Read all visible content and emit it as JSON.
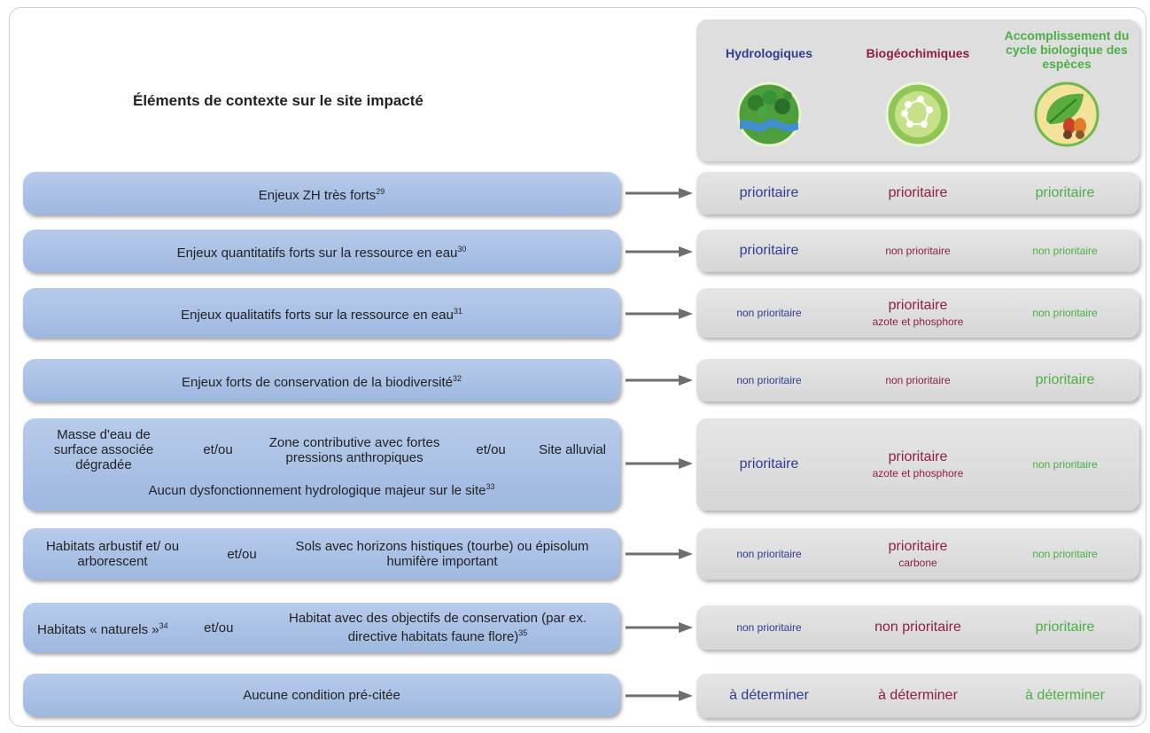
{
  "header": {
    "title": "Éléments de contexte sur le site impacté",
    "columns": [
      {
        "label": "Hydrologiques",
        "color": "#2e3d8f",
        "icon": "river-forest-icon"
      },
      {
        "label": "Biogéochimiques",
        "color": "#8e1f3f",
        "icon": "molecule-icon"
      },
      {
        "label": "Accomplissement du cycle biologique des espèces",
        "color": "#4cae45",
        "icon": "leaf-butterfly-icon"
      }
    ]
  },
  "rows": [
    {
      "condition": "Enjeux ZH très forts",
      "note": "29",
      "values": [
        {
          "text": "prioritaire",
          "size": "big"
        },
        {
          "text": "prioritaire",
          "size": "big"
        },
        {
          "text": "prioritaire",
          "size": "big"
        }
      ]
    },
    {
      "condition": "Enjeux quantitatifs forts sur la ressource en eau",
      "note": "30",
      "values": [
        {
          "text": "prioritaire",
          "size": "big"
        },
        {
          "text": "non prioritaire",
          "size": "small"
        },
        {
          "text": "non prioritaire",
          "size": "small"
        }
      ]
    },
    {
      "condition": "Enjeux qualitatifs forts sur la ressource en eau",
      "note": "31",
      "values": [
        {
          "text": "non prioritaire",
          "size": "small"
        },
        {
          "text": "prioritaire",
          "size": "big",
          "sub": "azote et phosphore"
        },
        {
          "text": "non prioritaire",
          "size": "small"
        }
      ]
    },
    {
      "condition": "Enjeux forts de conservation de la biodiversité",
      "note": "32",
      "values": [
        {
          "text": "non prioritaire",
          "size": "small"
        },
        {
          "text": "non prioritaire",
          "size": "small"
        },
        {
          "text": "prioritaire",
          "size": "big"
        }
      ]
    },
    {
      "parts": [
        "Masse d'eau de surface associée dégradée",
        "et/ou",
        "Zone contributive avec fortes pressions anthropiques",
        "et/ou",
        "Site alluvial"
      ],
      "condition": "Aucun dysfonctionnement hydrologique majeur sur le site",
      "note": "33",
      "values": [
        {
          "text": "prioritaire",
          "size": "big"
        },
        {
          "text": "prioritaire",
          "size": "big",
          "sub": "azote et phosphore"
        },
        {
          "text": "non prioritaire",
          "size": "small"
        }
      ]
    },
    {
      "parts": [
        "Habitats arbustif et/ ou arborescent",
        "et/ou",
        "Sols avec horizons histiques (tourbe) ou épisolum humifère important"
      ],
      "values": [
        {
          "text": "non prioritaire",
          "size": "small"
        },
        {
          "text": "prioritaire",
          "size": "big",
          "sub": "carbone"
        },
        {
          "text": "non prioritaire",
          "size": "small"
        }
      ]
    },
    {
      "parts": [
        "Habitats « naturels »",
        "et/ou",
        "Habitat avec des objectifs de conservation (par ex. directive habitats faune flore)"
      ],
      "notes": [
        "34",
        "35"
      ],
      "values": [
        {
          "text": "non prioritaire",
          "size": "small"
        },
        {
          "text": "non prioritaire",
          "size": "big"
        },
        {
          "text": "prioritaire",
          "size": "big"
        }
      ]
    },
    {
      "condition": "Aucune condition pré-citée",
      "values": [
        {
          "text": "à déterminer",
          "size": "big"
        },
        {
          "text": "à déterminer",
          "size": "big"
        },
        {
          "text": "à déterminer",
          "size": "big"
        }
      ]
    }
  ]
}
